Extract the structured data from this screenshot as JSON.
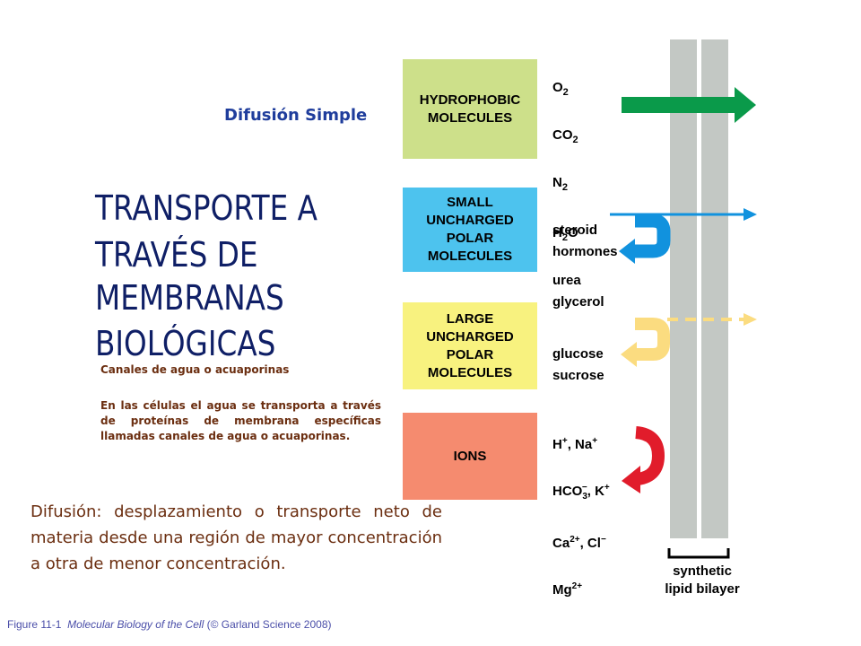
{
  "subtitle": "Difusión Simple",
  "title": {
    "line1": "TRANSPORTE A",
    "line2": "TRAVÉS DE",
    "line3": "MEMBRANAS",
    "line4": "BIOLÓGICAS"
  },
  "aquaporins": {
    "heading": "Canales de agua o acuaporinas",
    "text": "En las células el agua se transporta a través de proteínas de membrana específicas llamadas canales de agua o acuaporinas."
  },
  "definition": "Difusión: desplazamiento o transporte neto de materia desde una región de mayor concentración a otra de menor concentración.",
  "categories": [
    {
      "label": "HYDROPHOBIC\nMOLECULES",
      "color": "#cde08a",
      "examples": "steroid\nhormones",
      "outcome": "cross"
    },
    {
      "label": "SMALL\nUNCHARGED\nPOLAR\nMOLECULES",
      "color": "#4dc3ee",
      "examples": "urea\nglycerol",
      "outcome": "partial"
    },
    {
      "label": "LARGE\nUNCHARGED\nPOLAR\nMOLECULES",
      "color": "#f8f27f",
      "examples": "glucose\nsucrose",
      "outcome": "slight"
    },
    {
      "label": "IONS",
      "color": "#f58b6f",
      "examples": "",
      "outcome": "blocked"
    }
  ],
  "arrow_colors": {
    "hydrophobic": "#0a9a4a",
    "small_polar": "#1192de",
    "large_polar": "#fbdc80",
    "ions": "#e11c2b"
  },
  "membrane_color": "#c3c8c4",
  "bilayer_label": "synthetic\nlipid bilayer",
  "caption": {
    "figure": "Figure 11-1",
    "book": "Molecular Biology of the Cell",
    "credit": "(© Garland Science 2008)"
  }
}
